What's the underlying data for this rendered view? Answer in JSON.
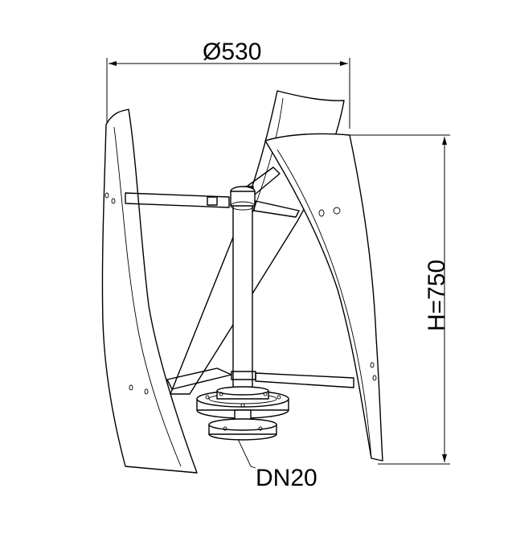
{
  "dimensions": {
    "diameter_label": "Ø530",
    "height_label": "H=750",
    "pipe_label": "DN20"
  }
}
